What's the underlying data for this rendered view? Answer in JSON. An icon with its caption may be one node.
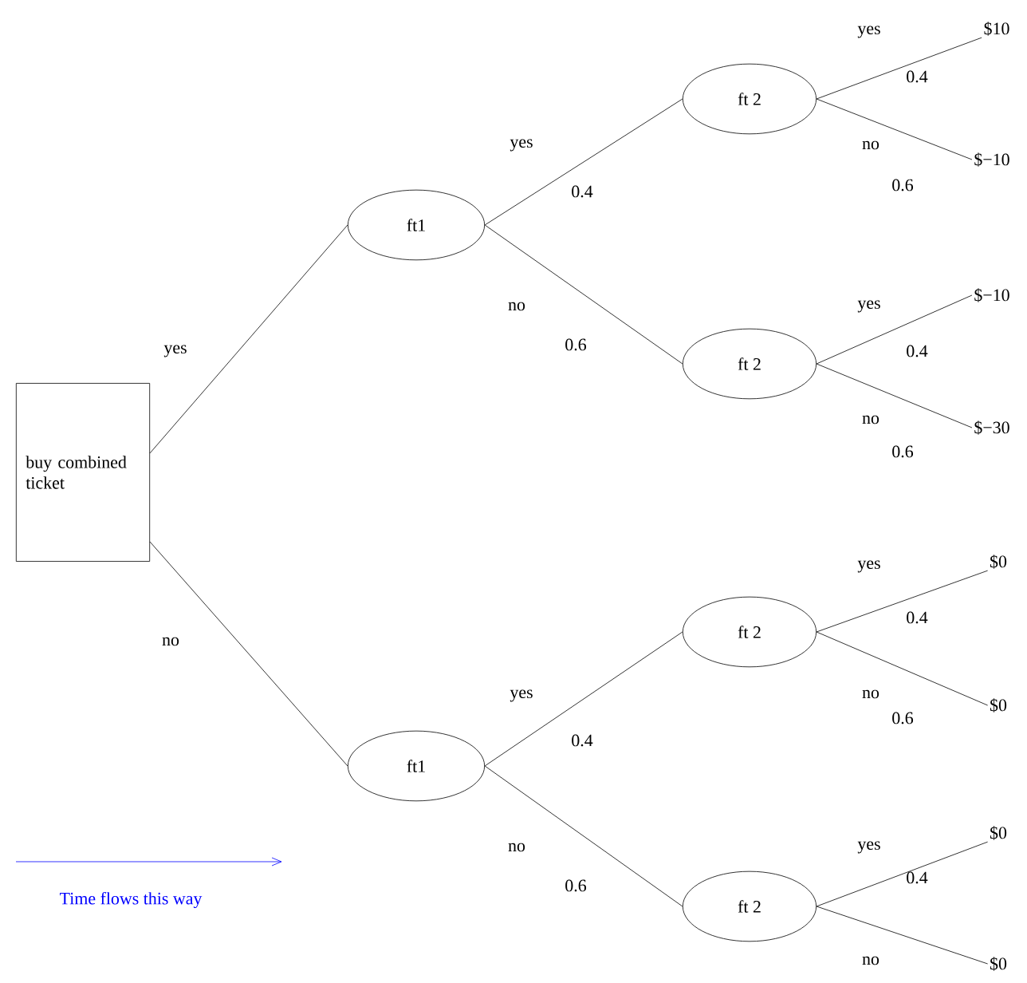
{
  "diagram": {
    "nodes": [
      {
        "text": [
          "buy combined ticket"
        ]
      },
      {
        "text": [
          "ft1"
        ]
      },
      {
        "text": [
          "ft1"
        ]
      },
      {
        "text": [
          "ft 2"
        ]
      },
      {
        "text": [
          "ft 2"
        ]
      },
      {
        "text": [
          "ft 2"
        ]
      },
      {
        "text": [
          "ft 2"
        ]
      },
      {
        "text": [
          "$10"
        ]
      },
      {
        "text": [
          "$−10"
        ]
      },
      {
        "text": [
          "$−10"
        ]
      },
      {
        "text": [
          "$−30"
        ]
      },
      {
        "text": [
          "$0"
        ]
      },
      {
        "text": [
          "$0"
        ]
      },
      {
        "text": [
          "$0"
        ]
      },
      {
        "text": [
          "$0"
        ]
      }
    ],
    "edges": [
      {
        "from": 0,
        "to": 1,
        "arrow": "none",
        "label": "yes"
      },
      {
        "from": 0,
        "to": 2,
        "arrow": "none",
        "label": "no"
      },
      {
        "from": 1,
        "to": 3,
        "arrow": "none",
        "label": "yes"
      },
      {
        "from": 1,
        "to": 4,
        "arrow": "none",
        "label": "no"
      },
      {
        "from": 2,
        "to": 5,
        "arrow": "none",
        "label": "yes"
      },
      {
        "from": 2,
        "to": 6,
        "arrow": "none",
        "label": "no"
      },
      {
        "from": 3,
        "to": 7,
        "arrow": "none",
        "label": "yes"
      },
      {
        "from": 3,
        "to": 8,
        "arrow": "none",
        "label": "no"
      },
      {
        "from": 4,
        "to": 9,
        "arrow": "none",
        "label": "yes"
      },
      {
        "from": 4,
        "to": 10,
        "arrow": "none",
        "label": "no"
      },
      {
        "from": 5,
        "to": 11,
        "arrow": "none",
        "label": "yes"
      },
      {
        "from": 5,
        "to": 12,
        "arrow": "none",
        "label": "no"
      },
      {
        "from": 6,
        "to": 13,
        "arrow": "none",
        "label": "yes"
      },
      {
        "from": 6,
        "to": 14,
        "arrow": "none",
        "label": "no"
      }
    ],
    "labels": [
      "0.4",
      "0.6",
      "0.4",
      "0.6",
      "0.4",
      "0.6",
      "0.4",
      "0.6",
      "0.4",
      "0.6",
      "0.4",
      "Time flows this way"
    ]
  }
}
